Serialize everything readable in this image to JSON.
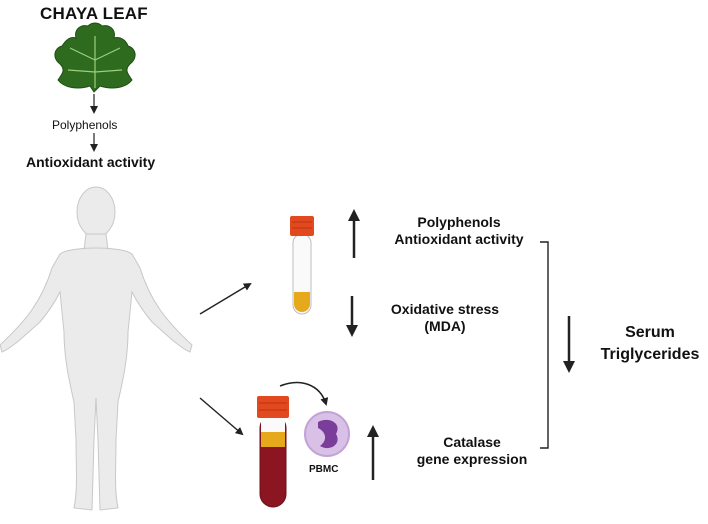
{
  "title": "CHAYA LEAF",
  "leaf_steps": [
    "Polyphenols",
    "Antioxidant activity"
  ],
  "blood_effects": {
    "polyphenols_line1": "Polyphenols",
    "polyphenols_line2": "Antioxidant activity",
    "oxidative_line1": "Oxidative stress",
    "oxidative_line2": "(MDA)",
    "catalase_line1": "Catalase",
    "catalase_line2": "gene expression",
    "pbmc": "PBMC"
  },
  "outcome": {
    "line1": "Serum",
    "line2": "Triglycerides"
  },
  "colors": {
    "leaf": "#2e6b1f",
    "tube_cap": "#e2491f",
    "serum_fill": "#e6a91c",
    "blood": "#8b1520",
    "pbmc_cell": "#c9a7dc",
    "pbmc_nucleus": "#7a3d9a",
    "body": "#e9e9e9"
  }
}
